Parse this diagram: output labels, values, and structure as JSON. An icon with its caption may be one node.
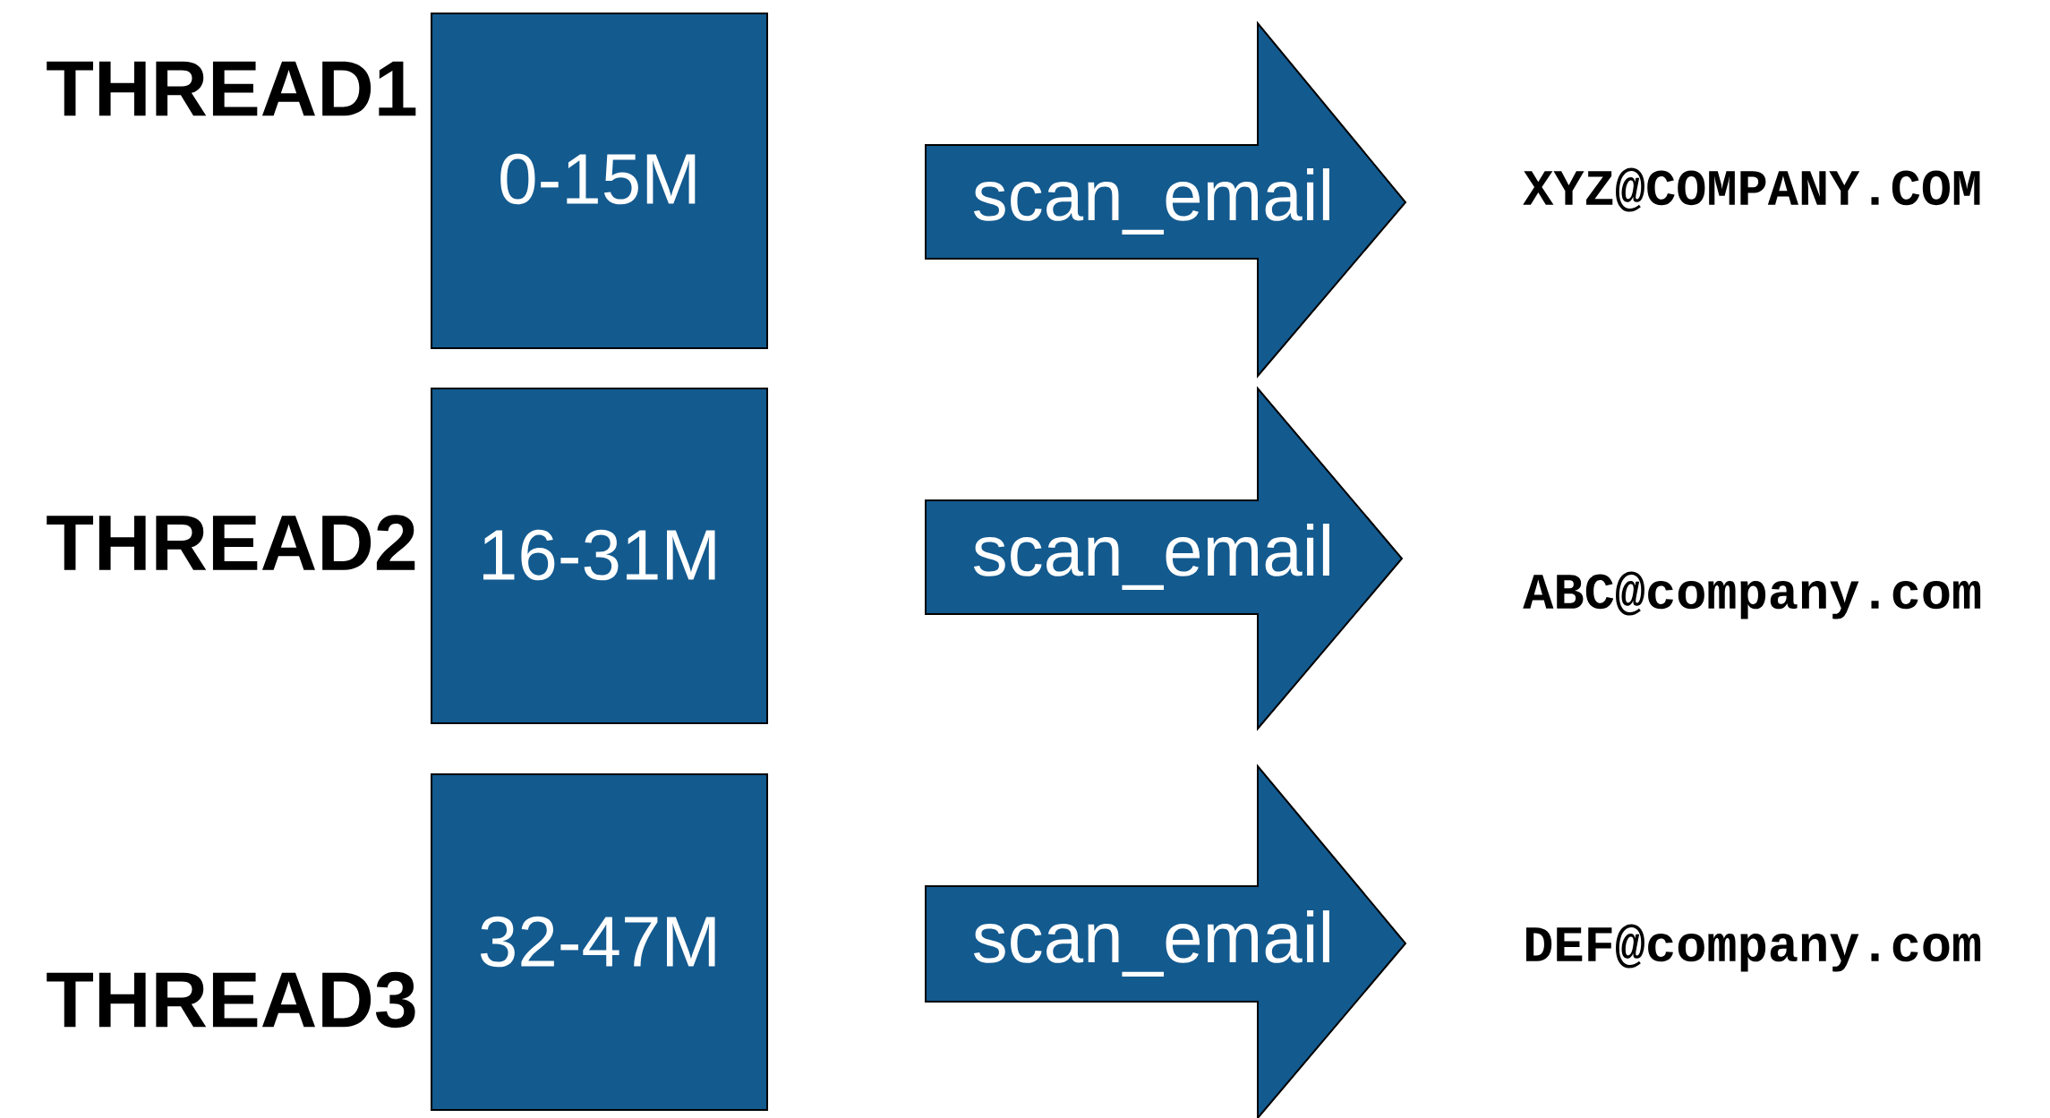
{
  "diagram": {
    "nodes": [
      {
        "text": [
          "0-15M"
        ],
        "beside": [
          "THREAD1"
        ]
      },
      {
        "text": [
          "scan_email"
        ]
      },
      {
        "text": [
          "XYZ@COMPANY.COM"
        ]
      },
      {
        "text": [
          "16-31M"
        ],
        "beside": [
          "THREAD2"
        ]
      },
      {
        "text": [
          "scan_email"
        ]
      },
      {
        "text": [
          "ABC@company.com"
        ]
      },
      {
        "text": [
          "32-47M"
        ],
        "beside": [
          "THREAD3"
        ]
      },
      {
        "text": [
          "scan_email"
        ]
      },
      {
        "text": [
          "DEF@company.com"
        ]
      }
    ]
  }
}
